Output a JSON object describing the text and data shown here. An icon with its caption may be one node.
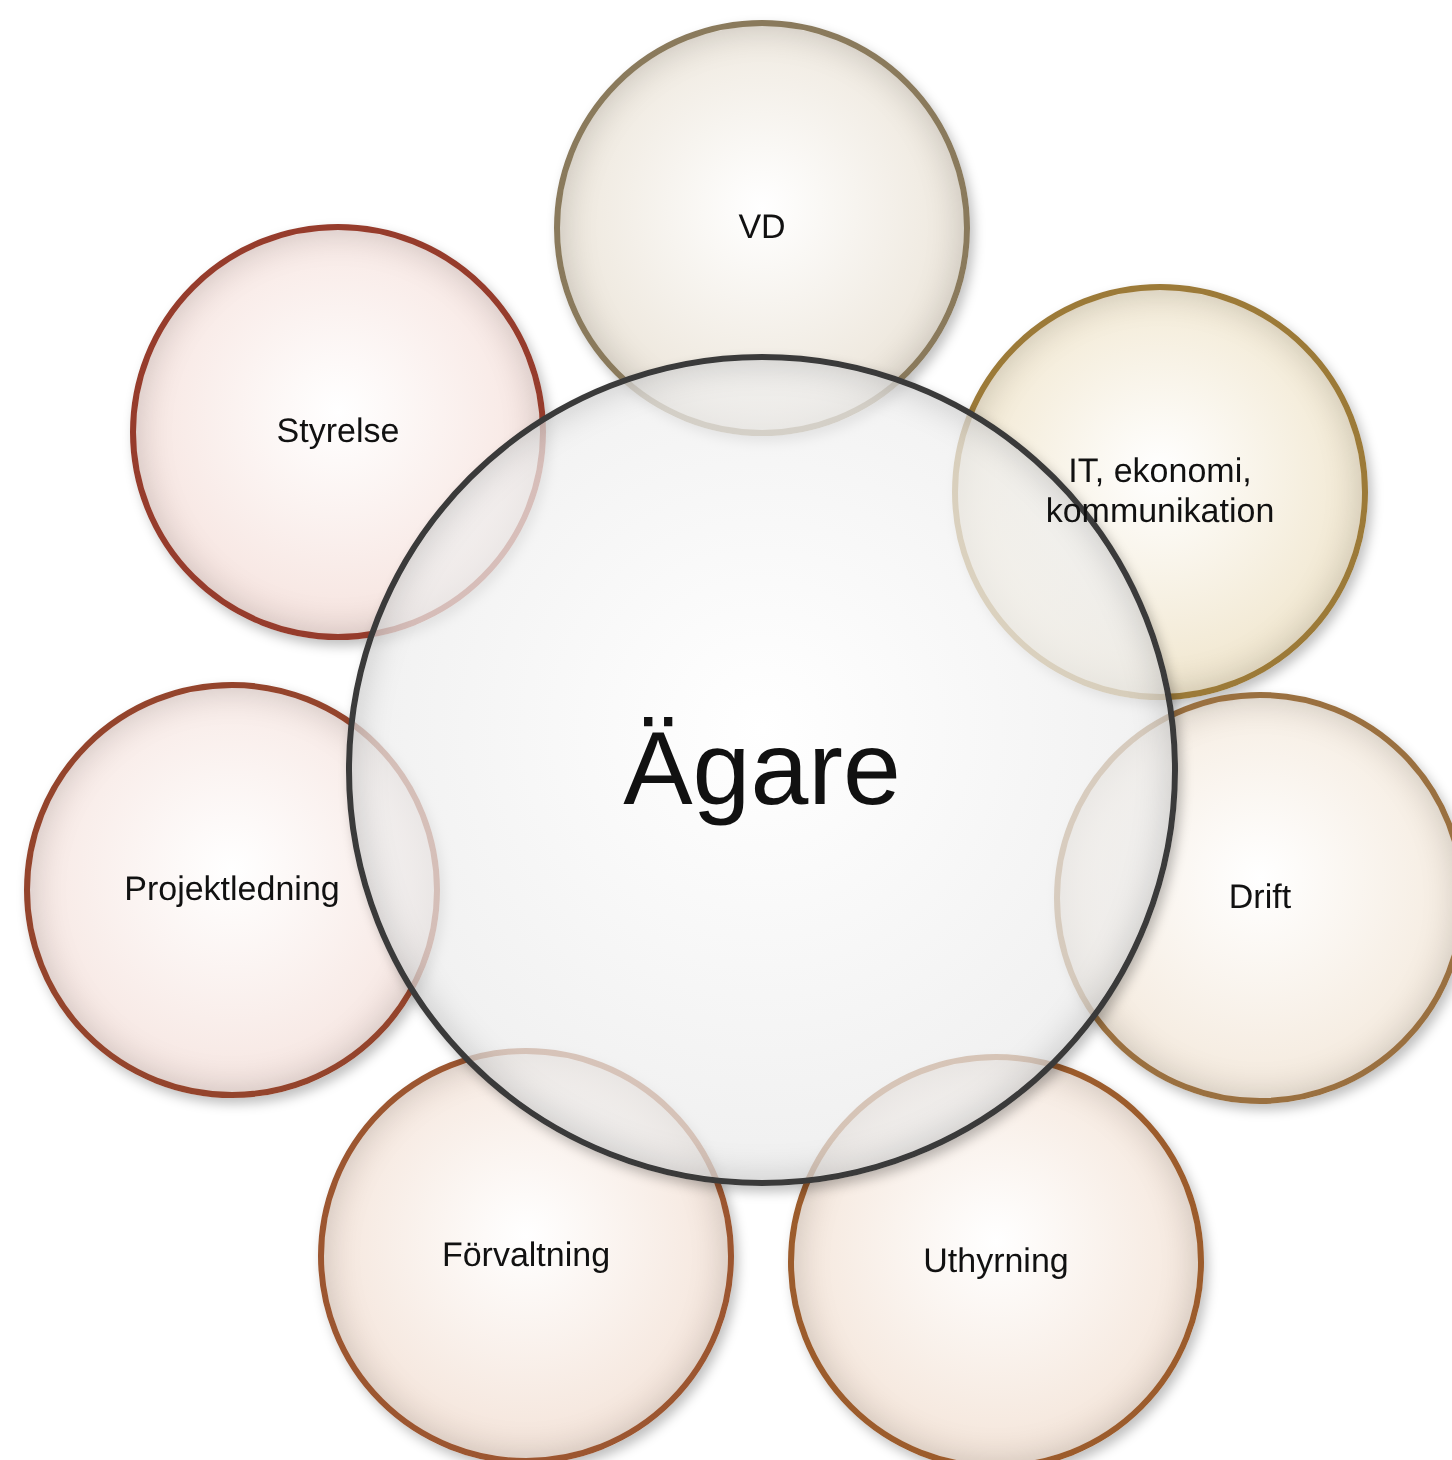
{
  "diagram": {
    "nodes": [
      {
        "text": [
          "Ägare"
        ]
      },
      {
        "text": [
          "VD"
        ]
      },
      {
        "text": [
          "IT, ekonomi, kommunikation"
        ]
      },
      {
        "text": [
          "Drift"
        ]
      },
      {
        "text": [
          "Uthyrning"
        ]
      },
      {
        "text": [
          "Förvaltning"
        ]
      },
      {
        "text": [
          "Projektledning"
        ]
      },
      {
        "text": [
          "Styrelse"
        ]
      }
    ]
  }
}
